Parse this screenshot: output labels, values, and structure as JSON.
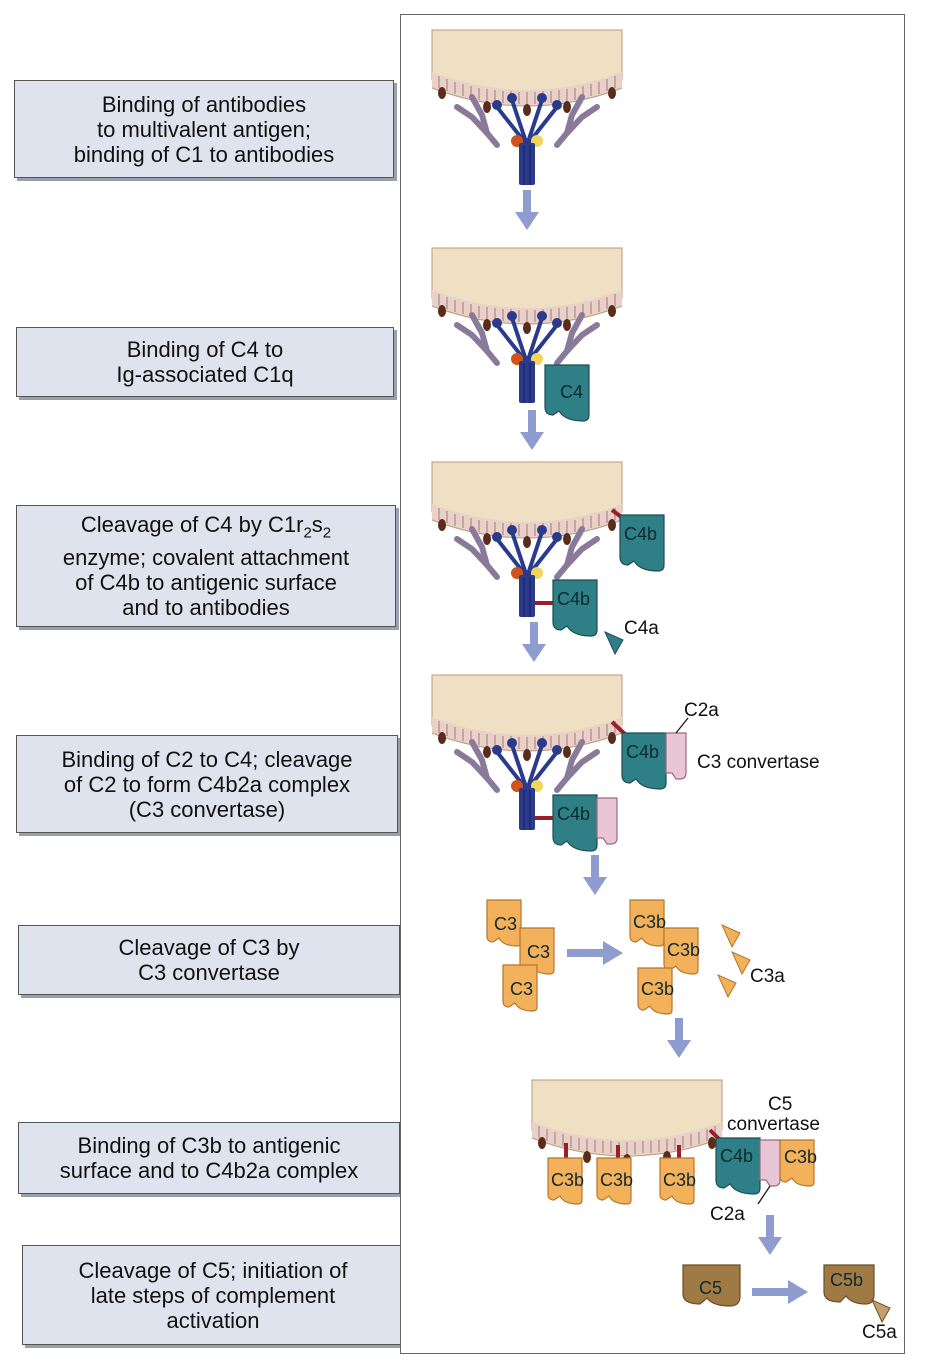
{
  "steps": [
    {
      "id": "step1",
      "text": "Binding of antibodies\nto multivalent antigen;\nbinding of C1 to antibodies"
    },
    {
      "id": "step2",
      "text": "Binding of C4 to\nIg-associated C1q"
    },
    {
      "id": "step3",
      "pre": "Cleavage of C4 by C1r",
      "sub1": "2",
      "mid": "s",
      "sub2": "2",
      "post": "\nenzyme; covalent attachment\nof C4b to antigenic surface\nand to antibodies"
    },
    {
      "id": "step4",
      "text": "Binding of C2 to C4; cleavage\nof C2 to form C4b2a complex\n(C3 convertase)"
    },
    {
      "id": "step5",
      "text": "Cleavage of C3 by\nC3 convertase"
    },
    {
      "id": "step6",
      "text": "Binding of C3b to antigenic\nsurface and to C4b2a complex"
    },
    {
      "id": "step7",
      "text": "Cleavage of C5; initiation of\nlate steps of complement\nactivation"
    }
  ],
  "labels": {
    "c4": "C4",
    "c4b": "C4b",
    "c4a": "C4a",
    "c2a": "C2a",
    "c3": "C3",
    "c3b": "C3b",
    "c3a": "C3a",
    "c3_convertase": "C3 convertase",
    "c5": "C5",
    "c5b": "C5b",
    "c5a": "C5a",
    "c5_convertase_line1": "C5",
    "c5_convertase_line2": "convertase"
  },
  "colors": {
    "box_fill": "#dfe3ee",
    "membrane": "#efe0c4",
    "membrane_stripes": "#c9a3a3",
    "antibody": "#8a7a9a",
    "c1q": "#2a3a8c",
    "c4": "#2f7f86",
    "c2": "#e9c6d6",
    "c3": "#f3b15c",
    "c5": "#a07a45",
    "arrow": "#8e9ccf",
    "bond": "#9a1f2a"
  }
}
